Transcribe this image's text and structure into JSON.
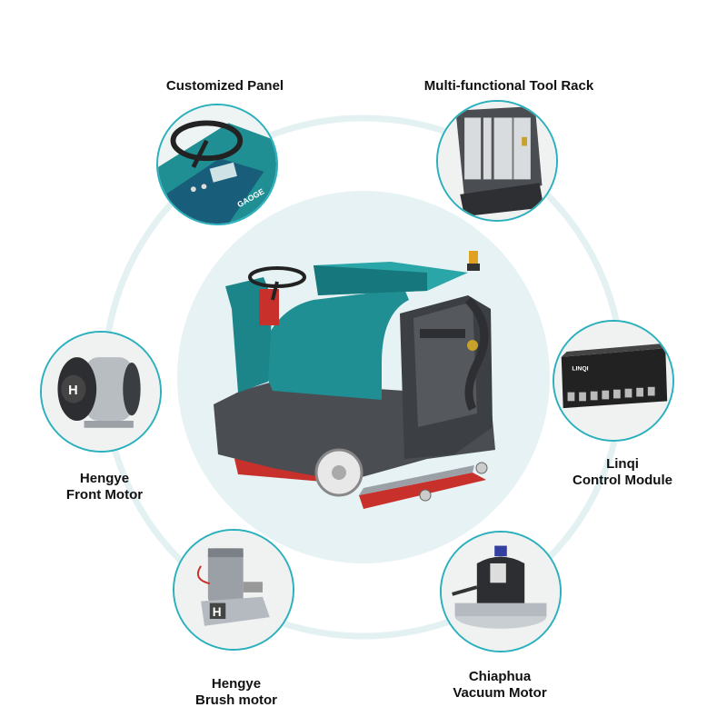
{
  "features": [
    {
      "id": "panel",
      "lines": [
        "Customized Panel"
      ],
      "icon": "steering-panel-icon"
    },
    {
      "id": "rack",
      "lines": [
        "Multi-functional Tool Rack"
      ],
      "icon": "tool-rack-icon"
    },
    {
      "id": "control",
      "lines": [
        "Linqi",
        "Control Module"
      ],
      "icon": "control-module-icon"
    },
    {
      "id": "vacuum",
      "lines": [
        "Chiaphua",
        "Vacuum Motor"
      ],
      "icon": "vacuum-motor-icon"
    },
    {
      "id": "brush",
      "lines": [
        "Hengye",
        "Brush motor"
      ],
      "icon": "brush-motor-icon"
    },
    {
      "id": "front",
      "lines": [
        "Hengye",
        "Front Motor"
      ],
      "icon": "front-motor-icon"
    }
  ],
  "product_icon": "floor-scrubber-icon",
  "image_text": {
    "panel_logo": "GAOGE",
    "control_brand": "LINQI",
    "motor_letter": "H"
  },
  "colors": {
    "accent": "#2ab0bd",
    "ring": "#e3f1f2",
    "center": "#e6f2f3",
    "machine_teal": "#1f8f93",
    "machine_gray": "#4a4d52",
    "squeegee_red": "#c8312b"
  }
}
